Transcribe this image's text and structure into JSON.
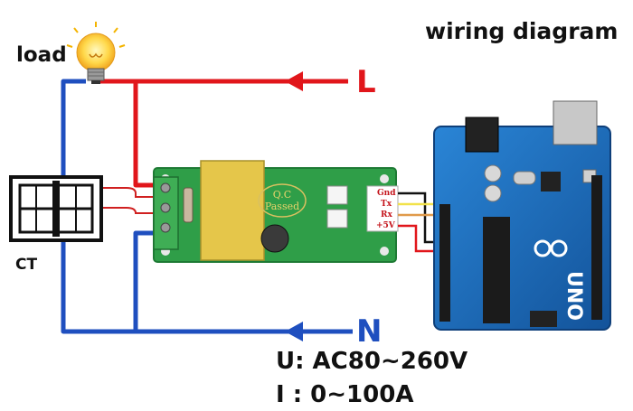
{
  "title": "wiring diagram",
  "load_label": "load",
  "ct_label": "CT",
  "line_label": "L",
  "neutral_label": "N",
  "specs": {
    "voltage": "U: AC80~260V",
    "current": "I : 0~100A"
  },
  "module_pins": [
    "Gnd",
    "Tx",
    "Rx",
    "+5V"
  ],
  "module_stamp": [
    "Q.C",
    "Passed"
  ],
  "board_text": "UNO",
  "colors": {
    "line_wire": "#e1161b",
    "neutral_wire": "#1f4fbf",
    "module_pcb": "#2f9e48",
    "relay": "#e5c64a",
    "arduino_pcb": "#1e6fbf",
    "tx_wire": "#f2e24a",
    "rx_wire": "#e09a4a",
    "gnd_wire": "#111111"
  },
  "icons": [
    "light-bulb-icon",
    "current-transformer-icon",
    "arrow-left-icon"
  ]
}
